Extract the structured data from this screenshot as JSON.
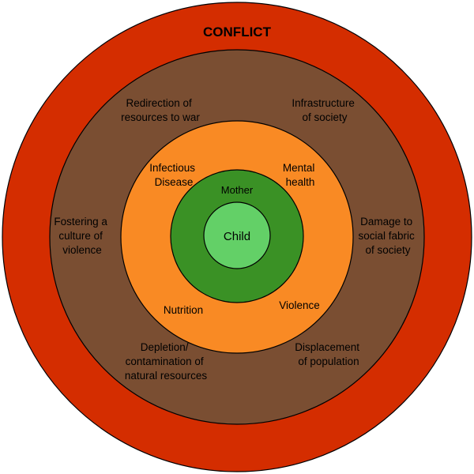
{
  "title": "CONFLICT",
  "colors": {
    "outer": "#d42d00",
    "brown": "#7a4e32",
    "orange": "#f98a24",
    "dark_green": "#3a9125",
    "light_green": "#63d067",
    "stroke": "#000000"
  },
  "rings": {
    "outer": {
      "label": "CONFLICT"
    },
    "society": {
      "labels": {
        "top_left": [
          "Redirection of",
          "resources to war"
        ],
        "top_right": [
          "Infrastructure",
          "of society"
        ],
        "left": [
          "Fostering a",
          "culture of",
          "violence"
        ],
        "right": [
          "Damage to",
          "social fabric",
          "of society"
        ],
        "bottom_left": [
          "Depletion/",
          "contamination of",
          "natural resources"
        ],
        "bottom_right": [
          "Displacement",
          "of population"
        ]
      }
    },
    "health": {
      "labels": {
        "top_left": [
          "Infectious",
          "Disease"
        ],
        "top_right": [
          "Mental",
          "health"
        ],
        "bottom_left": [
          "Nutrition"
        ],
        "bottom_right": [
          "Violence"
        ]
      }
    },
    "mother": {
      "label": "Mother"
    },
    "child": {
      "label": "Child"
    }
  }
}
